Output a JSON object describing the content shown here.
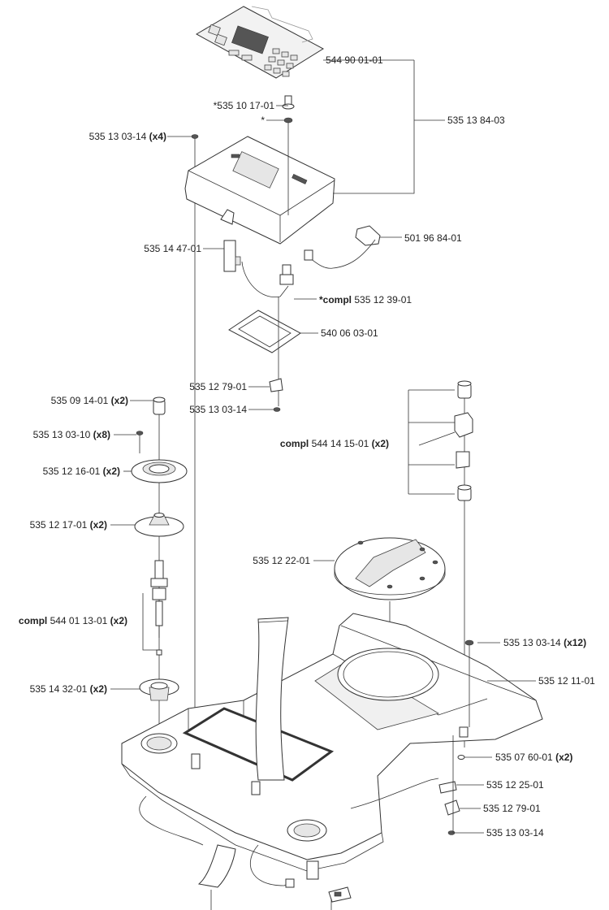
{
  "callouts": {
    "keypad": "544 90 01-01",
    "assembly": "535 13 84-03",
    "knob_a": "*535 10 17-01",
    "knob_b": "*",
    "screw_top": "535 13 03-14",
    "screw_top_qty": "(x4)",
    "connector_left": "535 14 47-01",
    "sensor_right": "501 96 84-01",
    "cable_compl_prefix": "*compl",
    "cable_compl": "535 12 39-01",
    "board": "540 06 03-01",
    "bracket_mid": "535 12 79-01",
    "screw_mid": "535 13 03-14",
    "cap_left": "535 09 14-01",
    "cap_left_qty": "(x2)",
    "screw_left": "535 13 03-10",
    "screw_left_qty": "(x8)",
    "ring_left": "535 12 16-01",
    "ring_left_qty": "(x2)",
    "seal_left": "535 12 17-01",
    "seal_left_qty": "(x2)",
    "shaft_compl_prefix": "compl",
    "shaft_compl": "544 01 13-01",
    "shaft_compl_qty": "(x2)",
    "grommet_left": "535 14 32-01",
    "grommet_left_qty": "(x2)",
    "hinge_compl_prefix": "compl",
    "hinge_compl": "544 14 15-01",
    "hinge_compl_qty": "(x2)",
    "lid_round": "535 12 22-01",
    "screw_right": "535 13 03-14",
    "screw_right_qty": "(x12)",
    "chassis": "535 12 11-01",
    "washer_right": "535 07 60-01",
    "washer_right_qty": "(x2)",
    "plate_right": "535 12 25-01",
    "bracket_right": "535 12 79-01",
    "screw_bottom": "535 13 03-14"
  },
  "colors": {
    "line": "#333333",
    "text": "#222222",
    "fill": "#ffffff"
  }
}
